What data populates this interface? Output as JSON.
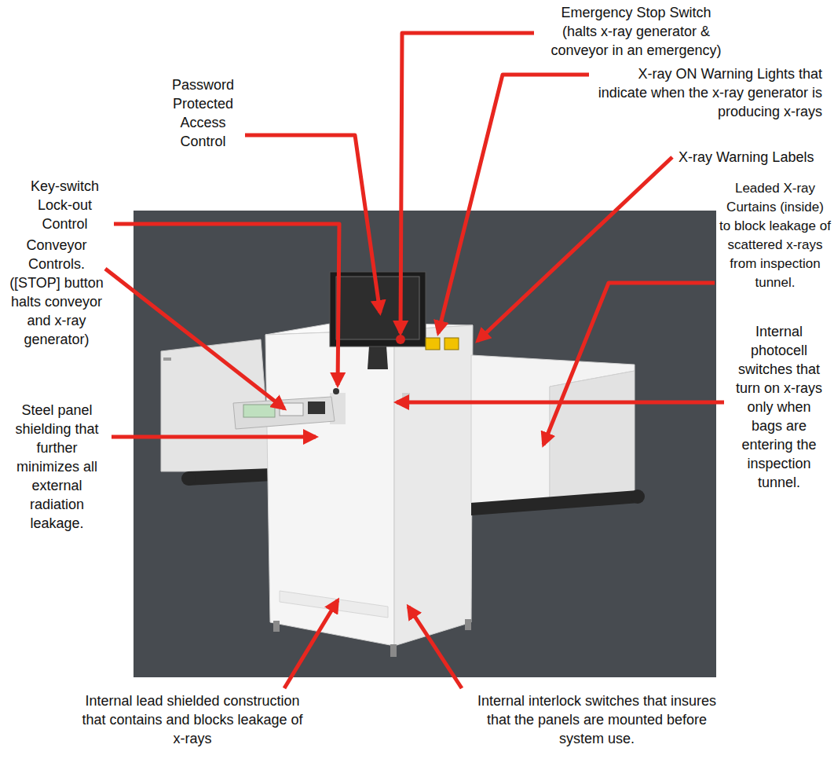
{
  "diagram": {
    "labels": [
      "Emergency Stop Switch (halts x-ray generator & conveyor in an emergency)",
      "Password Protected Access Control",
      "X-ray ON Warning Lights that indicate when the x-ray generator is producing x-rays",
      "Key-switch Lock-out Control",
      "X-ray Warning Labels",
      "Leaded X-ray Curtains (inside) to block leakage of scattered x-rays from inspection tunnel.",
      "Conveyor Controls. ([STOP] button halts conveyor and x-ray generator)",
      "Internal photocell switches that turn on x-rays only when bags are entering the inspection tunnel.",
      "Steel panel shielding that further minimizes all external radiation leakage.",
      "Internal lead shielded construction that contains and blocks leakage of x-rays",
      "Internal interlock switches that insures that the panels are mounted before system use."
    ]
  }
}
